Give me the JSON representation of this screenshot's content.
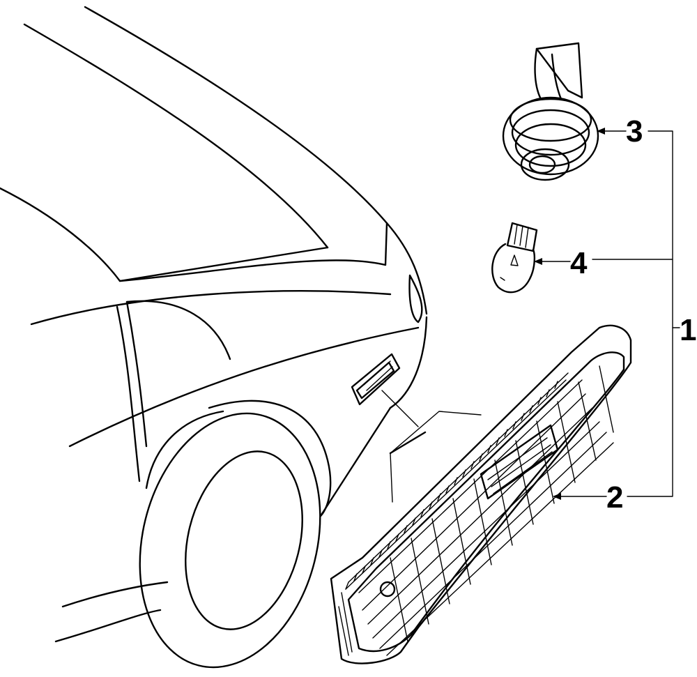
{
  "callouts": {
    "c1": {
      "label": "1"
    },
    "c2": {
      "label": "2"
    },
    "c3": {
      "label": "3"
    },
    "c4": {
      "label": "4"
    }
  },
  "parts": {
    "vehicle": "rear-quarter-panel",
    "lamp": "side-marker-lamp-assembly",
    "socket": "bulb-socket",
    "bulb": "wedge-bulb"
  }
}
